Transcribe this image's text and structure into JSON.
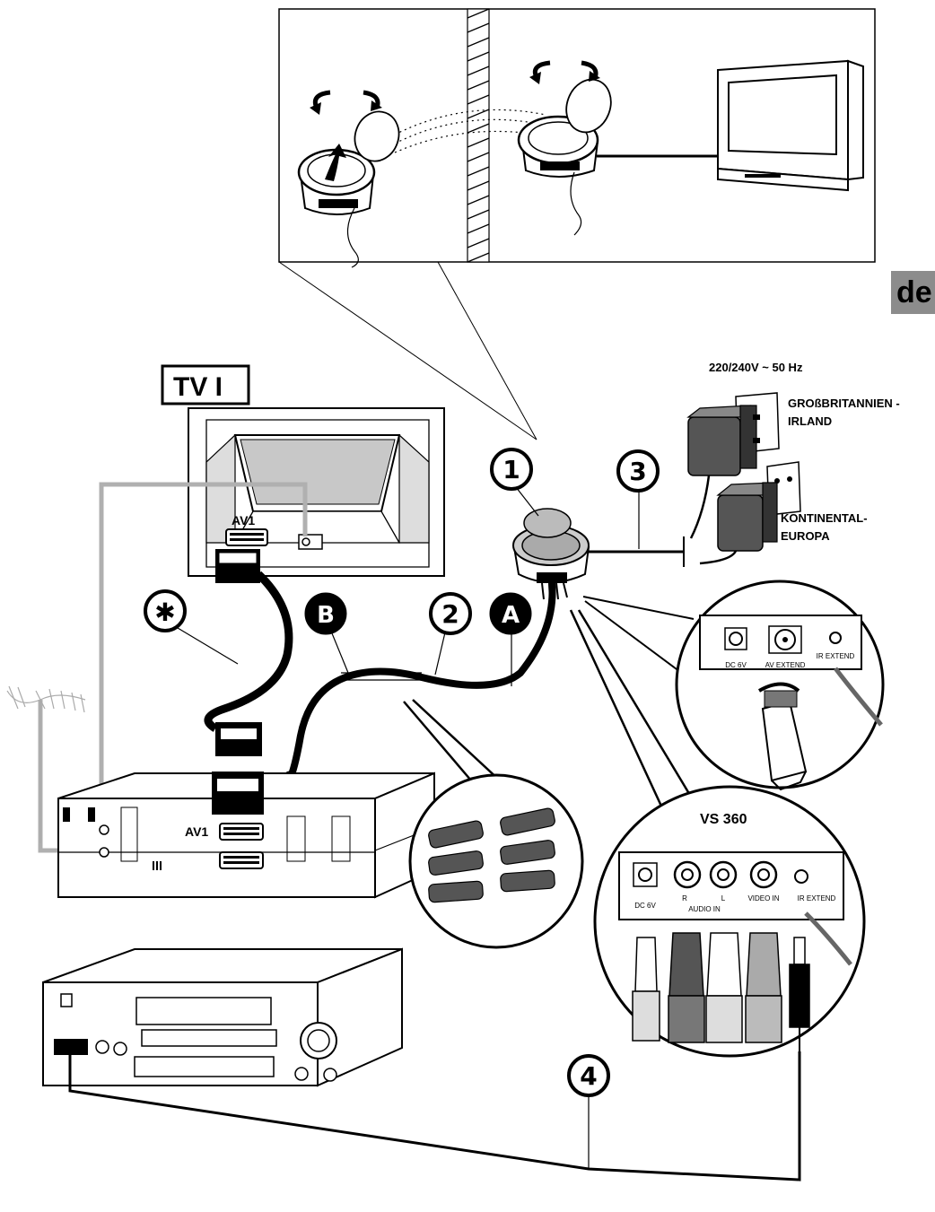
{
  "language_tab": "de",
  "labels": {
    "tv": "TV I",
    "power": "220/240V ~ 50 Hz",
    "uk_line1": "GROßBRITANNIEN -",
    "uk_line2": "IRLAND",
    "eu_line1": "KONTINENTAL-",
    "eu_line2": "EUROPA",
    "av1_tv": "AV1",
    "av1_vcr": "AV1",
    "model": "VS 360"
  },
  "callouts": {
    "one": "1",
    "two": "2",
    "three": "3",
    "four": "4",
    "a": "A",
    "b": "B",
    "star": "✱"
  },
  "upper_panel": {
    "dc": "DC 6V",
    "av_extend": "AV EXTEND",
    "ir_extend": "IR EXTEND"
  },
  "lower_panel": {
    "dc": "DC 6V",
    "r": "R",
    "l": "L",
    "audio_in": "AUDIO IN",
    "video_in": "VIDEO IN",
    "ir_extend": "IR EXTEND"
  }
}
